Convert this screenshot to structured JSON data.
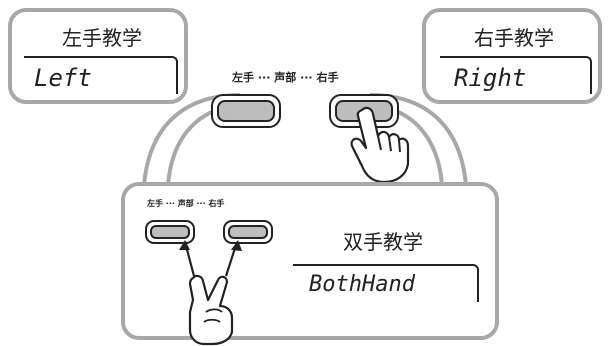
{
  "left_mode": {
    "title": "左手教学",
    "display": "Left"
  },
  "right_mode": {
    "title": "右手教学",
    "display": "Right"
  },
  "both_mode": {
    "title": "双手教学",
    "display": "BothHand"
  },
  "button_labels": {
    "left": "左手",
    "dots1": "···",
    "middle": "声部",
    "dots2": "···",
    "right": "右手"
  },
  "colors": {
    "panel_border": "#a8a8a8",
    "button_fill": "#bdbdbd",
    "ink": "#222222"
  },
  "icons": {
    "hand_press": "pointing-hand-icon",
    "hand_two": "peace-hand-icon"
  }
}
